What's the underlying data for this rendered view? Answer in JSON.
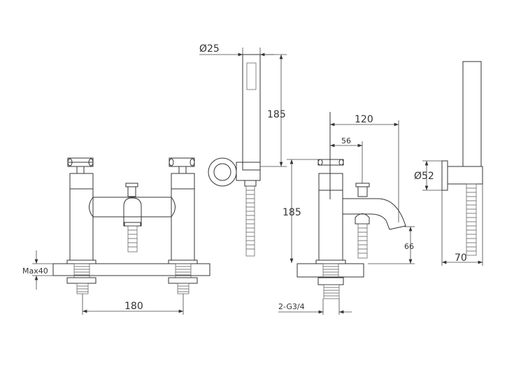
{
  "drawing": {
    "labels": {
      "handshower_diameter": "Ø25",
      "handshower_length": "185",
      "spout_reach": "120",
      "diverter_offset": "56",
      "holder_diameter": "Ø52",
      "tap_height": "185",
      "spout_height": "66",
      "deck_max": "Max40",
      "centres": "180",
      "connection": "2-G3/4",
      "holder_projection": "70"
    }
  }
}
